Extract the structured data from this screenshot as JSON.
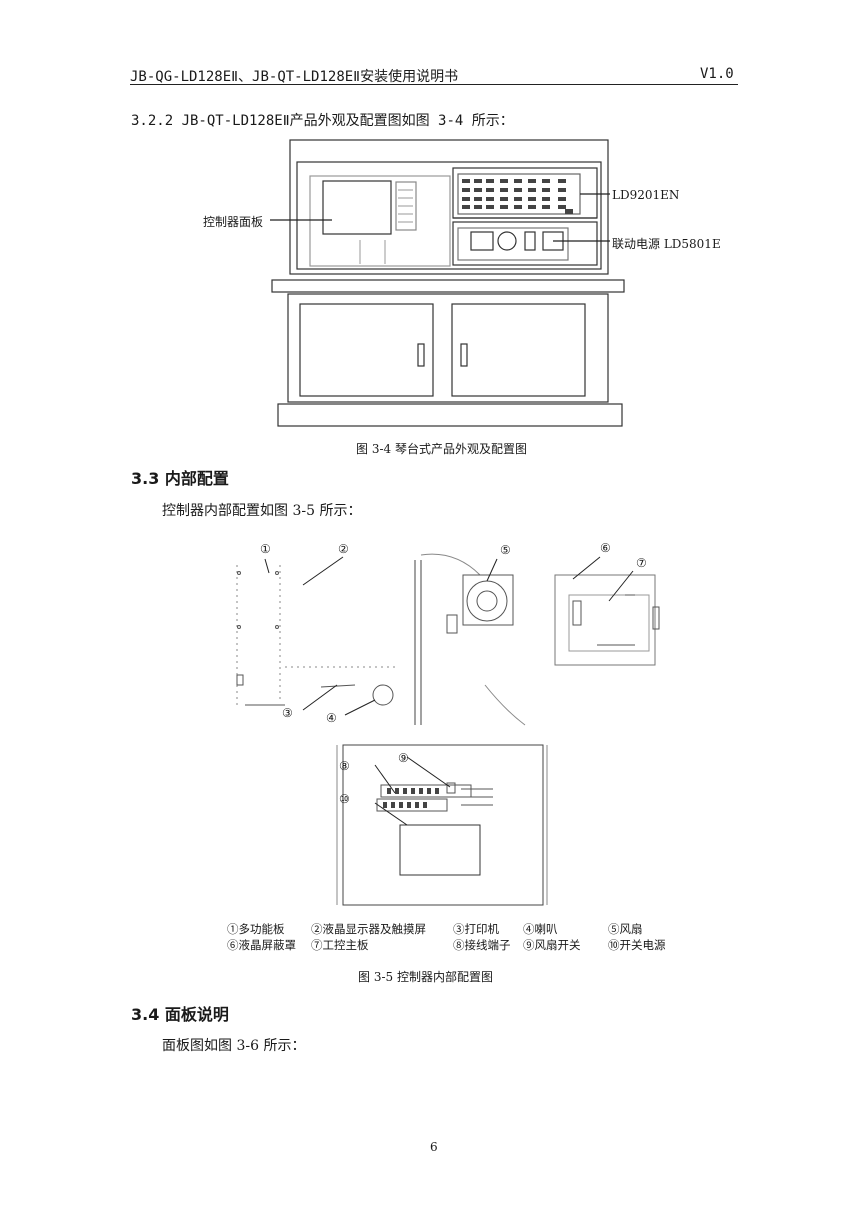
{
  "header": {
    "title": "JB-QG-LD128EⅡ、JB-QT-LD128EⅡ安装使用说明书",
    "version": "V1.0"
  },
  "section_322": {
    "text": "3.2.2 JB-QT-LD128EⅡ产品外观及配置图如图 3-4 所示："
  },
  "figure_34": {
    "label_panel": "控制器面板",
    "label_ld9201": "LD9201EN",
    "label_power": "联动电源 LD5801E",
    "caption": "图 3-4 琴台式产品外观及配置图"
  },
  "section_33": {
    "heading": "3.3 内部配置",
    "text": "控制器内部配置如图 3-5 所示："
  },
  "figure_35": {
    "callouts": [
      "①",
      "②",
      "③",
      "④",
      "⑤",
      "⑥",
      "⑦",
      "⑧",
      "⑨",
      "⑩"
    ],
    "legend_row1": [
      "①多功能板",
      "②液晶显示器及触摸屏",
      "③打印机",
      "④喇叭",
      "⑤风扇"
    ],
    "legend_row2": [
      "⑥液晶屏蔽罩",
      "⑦工控主板",
      "⑧接线端子",
      "⑨风扇开关",
      "⑩开关电源"
    ],
    "caption": "图 3-5 控制器内部配置图"
  },
  "section_34": {
    "heading": "3.4 面板说明",
    "text": "面板图如图 3-6 所示："
  },
  "footer": {
    "page_number": "6"
  }
}
